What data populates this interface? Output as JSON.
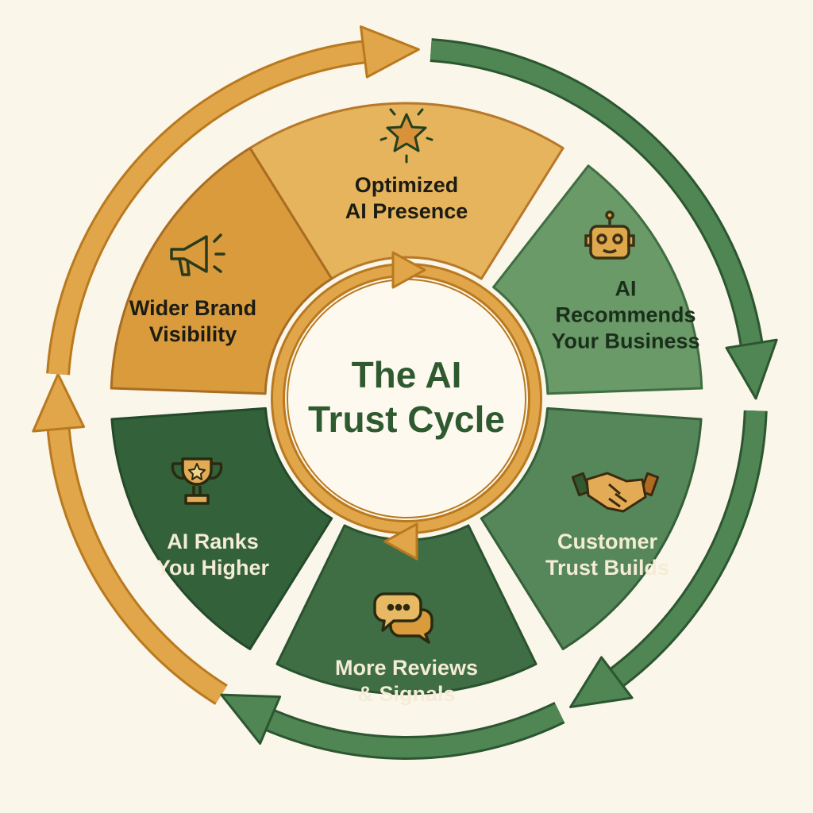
{
  "title": {
    "line1": "The AI",
    "line2": "Trust Cycle"
  },
  "segments": [
    {
      "line1": "Optimized",
      "line2": "AI Presence",
      "icon": "star-icon",
      "color": "#e6b45c"
    },
    {
      "line1": "AI",
      "line2": "Recommends",
      "line3": "Your Business",
      "icon": "robot-icon",
      "color": "#6a9a68"
    },
    {
      "line1": "Customer",
      "line2": "Trust Builds",
      "icon": "handshake-icon",
      "color": "#55875a"
    },
    {
      "line1": "More Reviews",
      "line2": "& Signals",
      "icon": "chat-bubbles-icon",
      "color": "#3f6e45"
    },
    {
      "line1": "AI Ranks",
      "line2": "You Higher",
      "icon": "trophy-icon",
      "color": "#32613a"
    },
    {
      "line1": "Wider Brand",
      "line2": "Visibility",
      "icon": "megaphone-icon",
      "color": "#d99b3c"
    }
  ],
  "colors": {
    "gold": "#e2a64a",
    "goldDark": "#b9791f",
    "green": "#4f8654",
    "greenDark": "#2c5630",
    "background": "#fbf6ea"
  }
}
